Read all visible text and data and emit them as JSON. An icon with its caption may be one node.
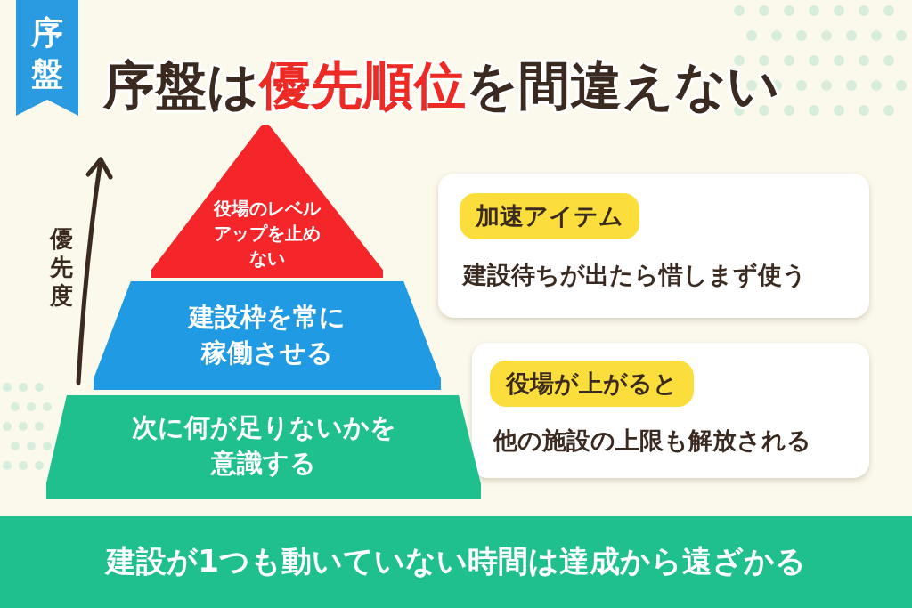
{
  "diagram": {
    "title": "序盤は**優先順位**を間違えない",
    "nodes": [
      {
        "text": [
          "序盤"
        ]
      },
      {
        "text": [
          "役場のレベルアップを止めない"
        ]
      },
      {
        "text": [
          "加速アイテム",
          "建設待ちが出たら惜しまず使う"
        ]
      },
      {
        "text": [
          "建設枠を常に稼働させる"
        ]
      },
      {
        "text": [
          "役場が上がると",
          "他の施設の上限も解放される"
        ]
      },
      {
        "text": [
          "次に何が足りないかを意識する"
        ]
      },
      {
        "text": [
          "建設が1つも動いていない時間は達成から遠ざかる"
        ]
      }
    ],
    "labels": [
      "優先度"
    ]
  }
}
